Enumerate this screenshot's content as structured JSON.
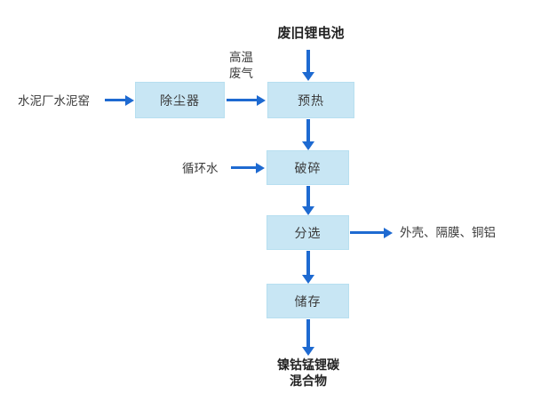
{
  "diagram": {
    "title": "废旧锂电池",
    "nodes": {
      "dust_remover": "除尘器",
      "preheat": "预热",
      "crush": "破碎",
      "sort": "分选",
      "store": "储存"
    },
    "inputs": {
      "cement_kiln": "水泥厂水泥窑",
      "hot_gas_line1": "高温",
      "hot_gas_line2": "废气",
      "circulating_water": "循环水"
    },
    "outputs": {
      "sorted_parts": "外壳、隔膜、铜铝",
      "mixture_line1": "镍钴锰锂碳",
      "mixture_line2": "混合物"
    },
    "colors": {
      "box_fill": "#c8e6f4",
      "box_border": "#b7dff0",
      "arrow": "#1e6ad1",
      "text": "#3a3a3a",
      "title_text": "#222222"
    }
  }
}
